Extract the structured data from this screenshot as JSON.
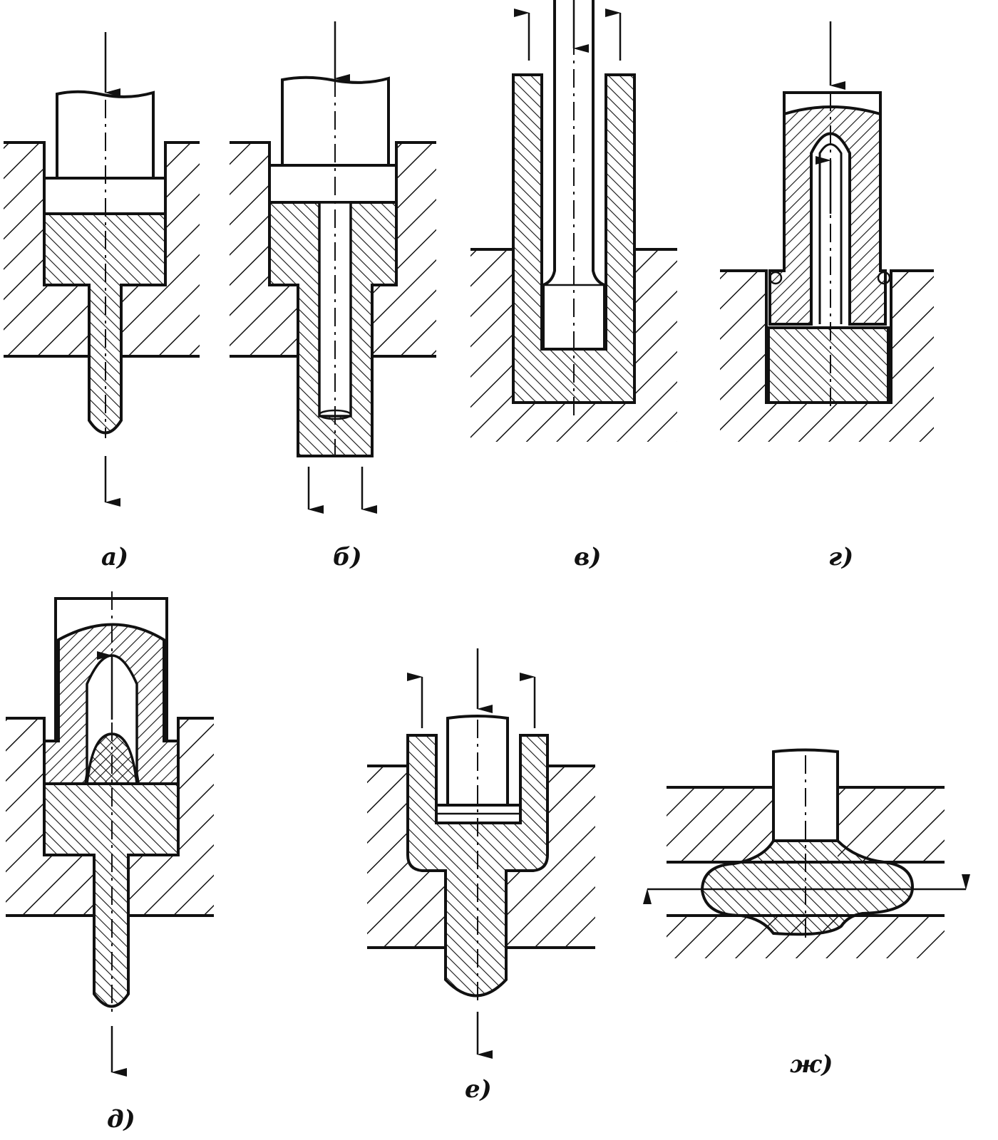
{
  "colors": {
    "ink": "#111111",
    "background": "#ffffff"
  },
  "labels": {
    "a": "а)",
    "b": "б)",
    "v": "в)",
    "g": "г)",
    "d": "д)",
    "e": "е)",
    "zh": "ж)"
  }
}
